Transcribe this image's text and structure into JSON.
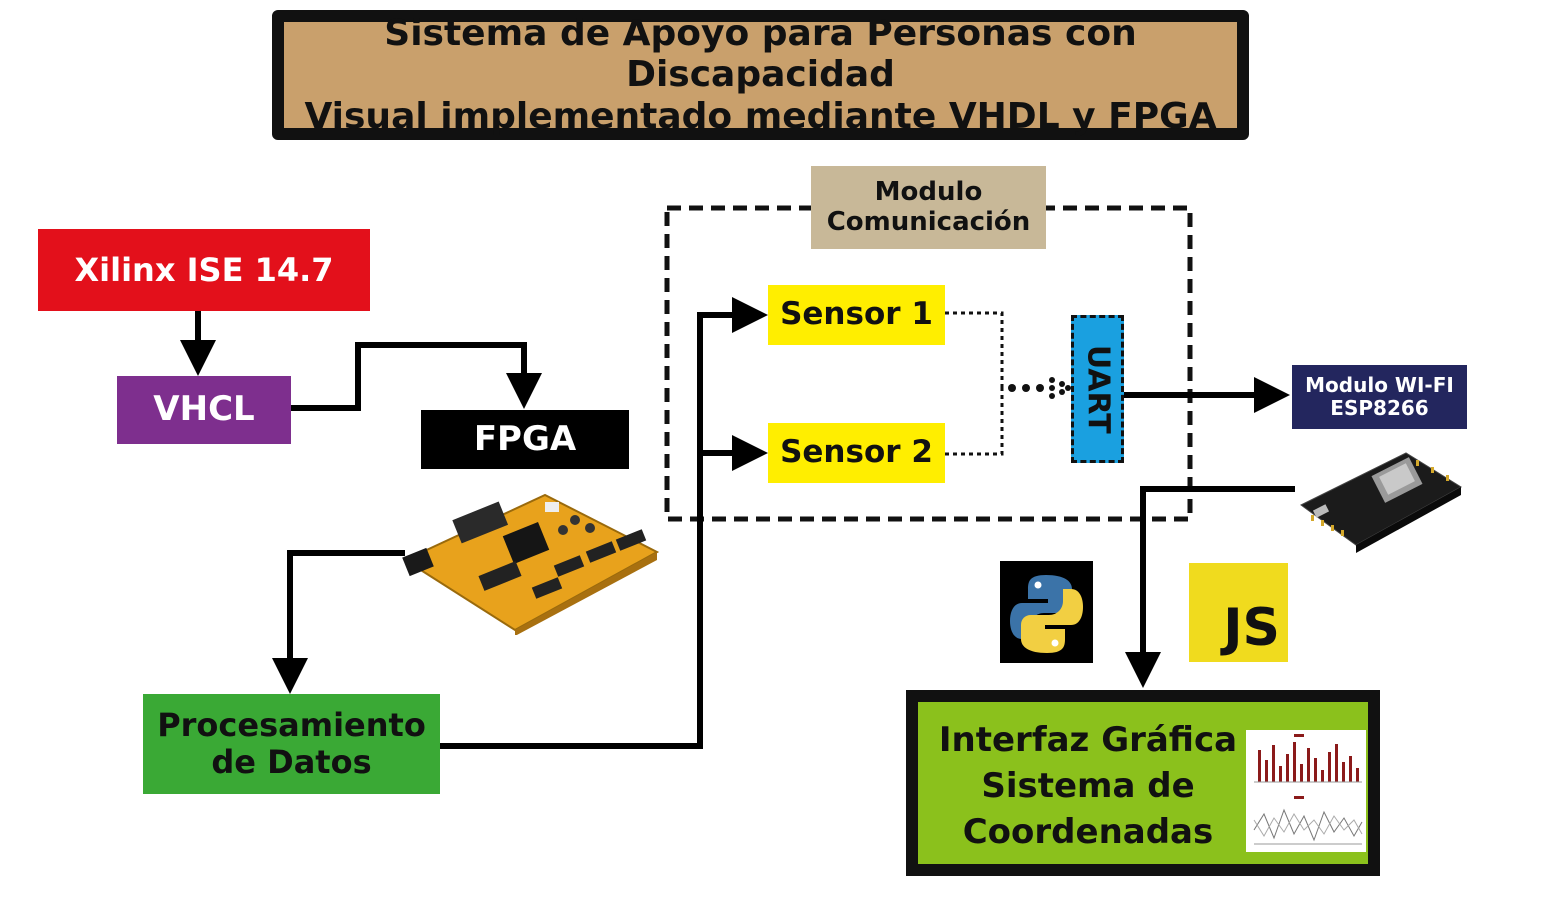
{
  "title": {
    "line1": "Sistema de Apoyo para Personas con Discapacidad",
    "line2": "Visual implementado mediante VHDL y FPGA"
  },
  "nodes": {
    "xilinx": "Xilinx ISE 14.7",
    "vhcl": "VHCL",
    "fpga": "FPGA",
    "processing": {
      "line1": "Procesamiento",
      "line2": "de Datos"
    },
    "comm_module": {
      "line1": "Modulo",
      "line2": "Comunicación"
    },
    "sensor1": "Sensor 1",
    "sensor2": "Sensor 2",
    "uart": "UART",
    "wifi": {
      "line1": "Modulo WI-FI",
      "line2": "ESP8266"
    },
    "interface": {
      "line1": "Interfaz Gráfica",
      "line2": "Sistema de",
      "line3": "Coordenadas"
    }
  },
  "logos": {
    "javascript": "JS",
    "python": "python-logo"
  },
  "icons": [
    "fpga-board-icon",
    "esp8266-board-icon",
    "chart-thumbnail-icon",
    "python-icon",
    "javascript-icon"
  ],
  "colors": {
    "title_bg": "#c9a06c",
    "xilinx_bg": "#e3101b",
    "vhcl_bg": "#7e2f8e",
    "fpga_bg": "#000000",
    "processing_bg": "#3aa935",
    "sensor_bg": "#ffee00",
    "uart_bg": "#1aa0e0",
    "wifi_bg": "#23265e",
    "interface_bg": "#8bc11c"
  }
}
